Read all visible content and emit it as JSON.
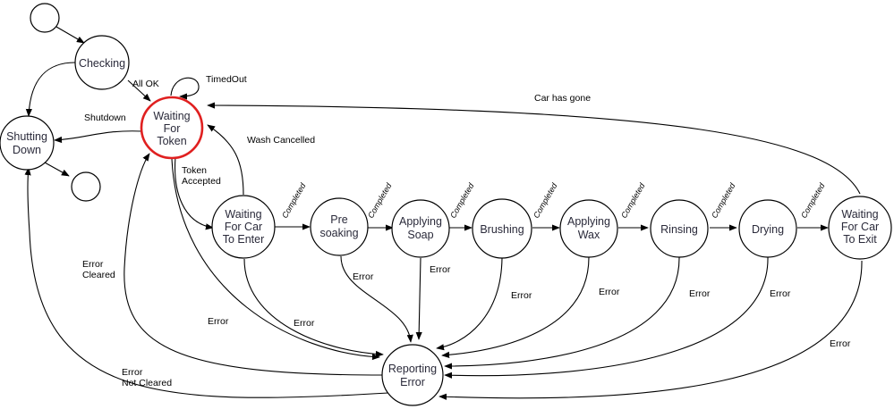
{
  "diagram": {
    "type": "state-machine",
    "accent_color": "#e02020",
    "states": {
      "checking": "Checking",
      "shutting_down": [
        "Shutting",
        "Down"
      ],
      "waiting_for_token": [
        "Waiting",
        "For",
        "Token"
      ],
      "waiting_for_car_to_enter": [
        "Waiting",
        "For Car",
        "To Enter"
      ],
      "pre_soaking": [
        "Pre",
        "soaking"
      ],
      "applying_soap": [
        "Applying",
        "Soap"
      ],
      "brushing": "Brushing",
      "applying_wax": [
        "Applying",
        "Wax"
      ],
      "rinsing": "Rinsing",
      "drying": "Drying",
      "waiting_for_car_to_exit": [
        "Waiting",
        "For Car",
        "To Exit"
      ],
      "reporting_error": [
        "Reporting",
        "Error"
      ]
    },
    "transitions": {
      "all_ok": "All OK",
      "timed_out": "TimedOut",
      "shutdown": "Shutdown",
      "car_has_gone": "Car has gone",
      "wash_cancelled": "Wash Cancelled",
      "token_accepted": [
        "Token",
        "Accepted"
      ],
      "completed": "Completed",
      "error": "Error",
      "error_cleared": [
        "Error",
        "Cleared"
      ],
      "error_not_cleared": [
        "Error",
        "Not Cleared"
      ]
    }
  }
}
